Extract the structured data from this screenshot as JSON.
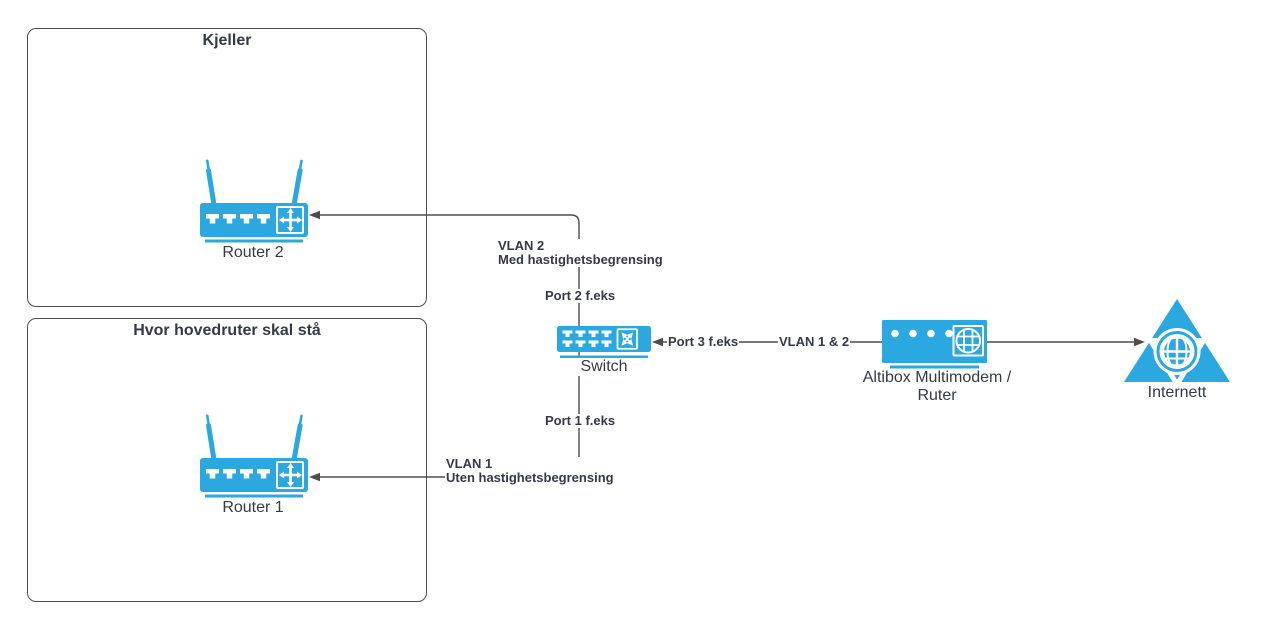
{
  "colors": {
    "device_blue": "#2BA8E0",
    "line_gray": "#4D4D4D",
    "text_dark": "#343A46"
  },
  "containers": {
    "kjeller": {
      "title": "Kjeller"
    },
    "hovedruter": {
      "title": "Hvor hovedruter skal stå"
    }
  },
  "nodes": {
    "router2": {
      "label": "Router 2",
      "icon": "wireless-router-icon"
    },
    "router1": {
      "label": "Router 1",
      "icon": "wireless-router-icon"
    },
    "switch": {
      "label": "Switch",
      "icon": "network-switch-icon"
    },
    "modem": {
      "label_line1": "Altibox Multimodem /",
      "label_line2": "Ruter",
      "icon": "modem-router-globe-icon"
    },
    "internet": {
      "label": "Internett",
      "icon": "internet-triangle-globe-icon"
    }
  },
  "edges": {
    "switch_to_router2": {
      "vlan_line1": "VLAN 2",
      "vlan_line2": "Med hastighetsbegrensing",
      "port": "Port 2 f.eks"
    },
    "switch_to_router1": {
      "vlan_line1": "VLAN 1",
      "vlan_line2": "Uten hastighetsbegrensing",
      "port": "Port 1 f.eks"
    },
    "modem_to_switch": {
      "port": "Port 3 f.eks",
      "vlan": "VLAN 1 & 2"
    }
  }
}
